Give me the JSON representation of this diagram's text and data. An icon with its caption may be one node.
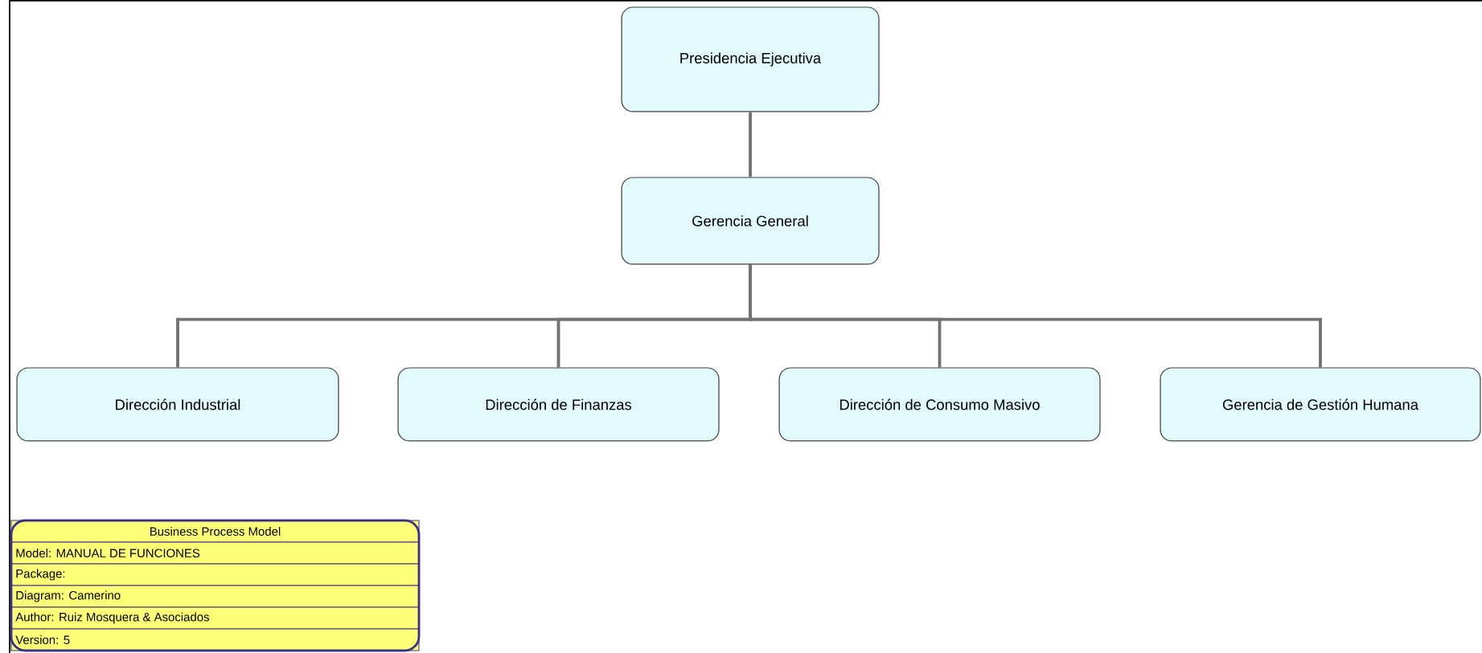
{
  "diagram": {
    "nodes": [
      {
        "text": [
          "Presidencia Ejecutiva"
        ]
      },
      {
        "text": [
          "Gerencia General"
        ]
      },
      {
        "text": [
          "Dirección Industrial"
        ]
      },
      {
        "text": [
          "Dirección de Finanzas"
        ]
      },
      {
        "text": [
          "Dirección de Consumo Masivo"
        ]
      },
      {
        "text": [
          "Gerencia de Gestión Humana"
        ]
      }
    ],
    "edges": [
      {
        "from": 0,
        "to": 1,
        "arrow": "none"
      },
      {
        "from": 1,
        "to": 2,
        "arrow": "none"
      },
      {
        "from": 1,
        "to": 3,
        "arrow": "none"
      },
      {
        "from": 1,
        "to": 4,
        "arrow": "none"
      },
      {
        "from": 1,
        "to": 5,
        "arrow": "none"
      }
    ],
    "labels": [
      "Business Process Model",
      "Model: MANUAL DE FUNCIONES",
      "Package:",
      "Diagram: Camerino",
      "Author: Ruiz Mosquera & Asociados",
      "Version: 5"
    ]
  }
}
